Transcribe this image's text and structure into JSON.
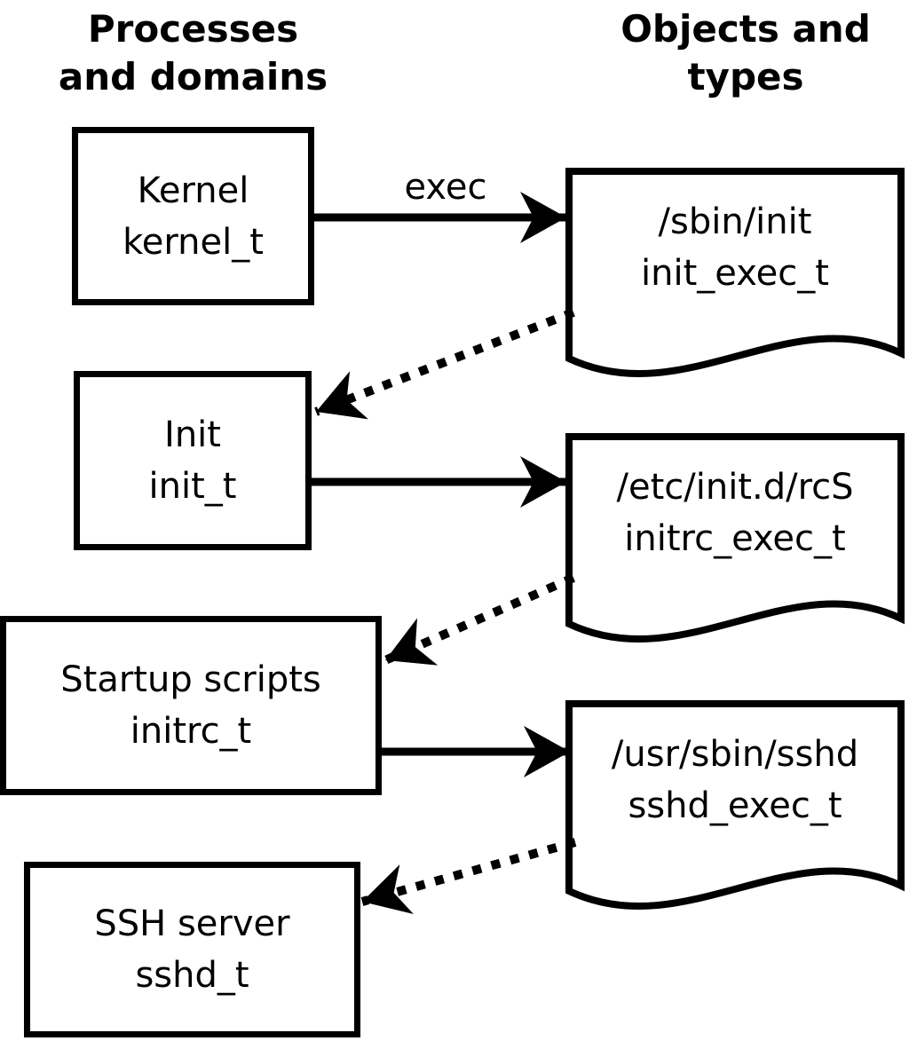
{
  "headers": {
    "left": {
      "line1": "Processes",
      "line2": "and domains"
    },
    "right": {
      "line1": "Objects and",
      "line2": "types"
    }
  },
  "process_boxes": [
    {
      "label": "Kernel",
      "type": "kernel_t"
    },
    {
      "label": "Init",
      "type": "init_t"
    },
    {
      "label": "Startup scripts",
      "type": "initrc_t"
    },
    {
      "label": "SSH server",
      "type": "sshd_t"
    }
  ],
  "object_docs": [
    {
      "path": "/sbin/init",
      "type": "init_exec_t"
    },
    {
      "path": "/etc/init.d/rcS",
      "type": "initrc_exec_t"
    },
    {
      "path": "/usr/sbin/sshd",
      "type": "sshd_exec_t"
    }
  ],
  "arrow_labels": {
    "exec": "exec"
  },
  "colors": {
    "foreground": "#000000",
    "background": "#ffffff"
  }
}
